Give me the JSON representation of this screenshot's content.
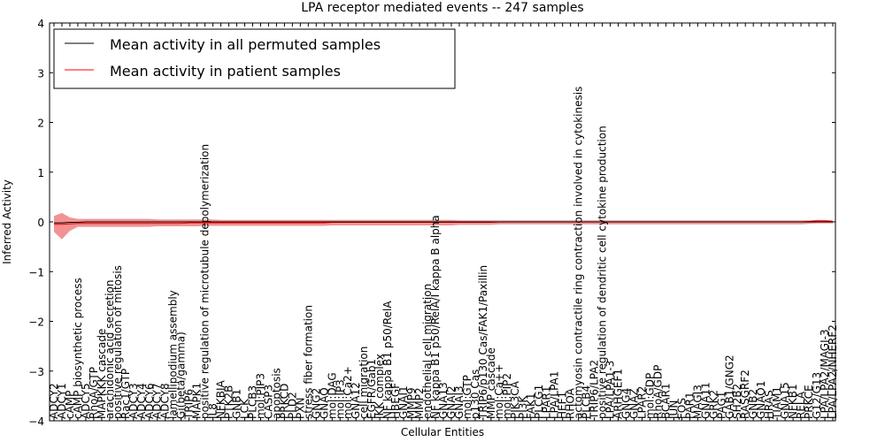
{
  "chart_data": {
    "type": "line",
    "title": "LPA receptor mediated events -- 247 samples",
    "xlabel": "Cellular Entities",
    "ylabel": "Inferred Activity",
    "ylim": [
      -4,
      4
    ],
    "yticks": [
      -4,
      -3,
      -2,
      -1,
      0,
      1,
      2,
      3,
      4
    ],
    "grid": false,
    "legend_position": "top-left",
    "colors": {
      "permuted": "#000000",
      "patient": "#ff0000",
      "band": "#f08080"
    },
    "categories": [
      "ADCY2",
      "ADCY1",
      "cAMP",
      "cAMP biosynthetic process",
      "ADCY5",
      "RhoA/GTP",
      "MAPKKK cascade",
      "arachidonic acid secretion",
      "positive regulation of mitosis",
      "Rac1/GTP",
      "ADCY3",
      "ADCY4",
      "ADCY6",
      "ADCY7",
      "ADCY8",
      "lamellipodium assembly",
      "Gi(beta/gamma)",
      "TRIP6",
      "MAPK1",
      "positive regulation of microtubule depolymerization",
      "IL8",
      "NFKBIA",
      "PTK2B",
      "GNB1",
      "LCK",
      "PLCB3",
      "mol:PIP3",
      "CASP3",
      "apoptosis",
      "PRKCD",
      "PLD2",
      "PXN",
      "stress fiber formation",
      "GNG2",
      "GNAQ",
      "mol:DAG",
      "mol:IP3",
      "mol:Ca2+",
      "GNA12",
      "cell migration",
      "EGFR/Gab1",
      "IKK complex",
      "NF kappa B1 p50/RelA",
      "HBEGF",
      "GNAI1",
      "MMP9",
      "MMP2",
      "endothelial cell migration",
      "NF kappa B1 p50/RelA/I kappa B alpha",
      "GNA13",
      "GNAI2",
      "GNAI3",
      "mol:GTP",
      "p130 Cas",
      "TRIP6/p130 Cas/FAK1/Paxillin",
      "MMP cascade",
      "mol:Ca++",
      "mol:PIP2",
      "PIK3CA",
      "PI3K",
      "FAK1",
      "PLCG1",
      "LPAR1",
      "LPA/LPA1",
      "HEF1",
      "RHOA",
      "actomyosin contractile ring contraction involved in cytokinesis",
      "PLCB4",
      "TRIP6/LPA2",
      "positive regulation of dendritic cell cytokine production",
      "LPA/LPA1-3",
      "ARHGEF1",
      "GNG4",
      "GNAZ",
      "LPAR2",
      "mol:GDP",
      "RhoA/GDP",
      "BCAR1",
      "JUN",
      "FOS",
      "PAR1",
      "MAGI3",
      "GNA11",
      "GRK2",
      "PAG1",
      "GAB1/GNG2",
      "SH2B2",
      "RASGRF2",
      "GNB2",
      "GNAO1",
      "HRAS",
      "TIAM1",
      "GNA15",
      "NFKB1",
      "RELA",
      "PRKCE",
      "G12/G13",
      "LPA/LPA2/MAGI-3",
      "LPA/LPA2/NHERF2"
    ],
    "series": [
      {
        "name": "Mean activity in all permuted samples",
        "values": [
          -0.02,
          -0.02,
          -0.01,
          -0.01,
          0.0,
          0.0,
          0.0,
          0.0,
          0.0,
          0.0,
          0.0,
          0.0,
          0.0,
          0.0,
          0.0,
          0.0,
          0.0,
          0.0,
          0.0,
          0.0,
          0.0,
          0.0,
          0.0,
          0.0,
          0.0,
          0.0,
          0.0,
          0.0,
          0.0,
          0.0,
          0.0,
          0.0,
          0.0,
          0.0,
          0.0,
          0.0,
          0.0,
          0.0,
          0.0,
          0.0,
          0.0,
          0.0,
          0.0,
          0.0,
          0.0,
          0.0,
          0.0,
          0.0,
          0.0,
          0.0,
          0.0,
          0.0,
          0.0,
          0.0,
          0.0,
          0.0,
          0.0,
          0.0,
          0.0,
          0.0,
          0.0,
          0.0,
          0.0,
          0.0,
          0.0,
          0.0,
          0.0,
          0.0,
          0.0,
          0.0,
          0.0,
          0.0,
          0.0,
          0.0,
          0.0,
          0.0,
          0.0,
          0.0,
          0.0,
          0.0,
          0.0,
          0.0,
          0.0,
          0.0,
          0.0,
          0.0,
          0.0,
          0.0,
          0.0,
          0.0,
          0.0,
          0.0,
          0.0,
          0.0,
          0.0,
          0.0,
          0.0,
          0.0,
          0.0
        ]
      },
      {
        "name": "Mean activity in patient samples",
        "values": [
          -0.05,
          -0.05,
          -0.04,
          -0.03,
          -0.03,
          -0.03,
          -0.03,
          -0.03,
          -0.03,
          -0.03,
          -0.03,
          -0.03,
          -0.03,
          -0.03,
          -0.03,
          -0.03,
          -0.03,
          -0.02,
          -0.02,
          -0.02,
          -0.02,
          -0.02,
          -0.02,
          -0.02,
          -0.02,
          -0.02,
          -0.02,
          -0.02,
          -0.02,
          -0.02,
          -0.02,
          -0.02,
          -0.02,
          -0.02,
          -0.02,
          -0.01,
          -0.01,
          -0.01,
          -0.01,
          -0.01,
          -0.01,
          -0.01,
          -0.01,
          -0.01,
          -0.01,
          -0.01,
          -0.01,
          -0.01,
          -0.01,
          -0.01,
          -0.01,
          -0.01,
          -0.01,
          -0.01,
          -0.01,
          -0.01,
          0.0,
          0.0,
          0.0,
          0.0,
          0.0,
          0.0,
          0.0,
          0.0,
          0.0,
          0.0,
          0.0,
          0.0,
          0.0,
          0.0,
          0.0,
          0.0,
          0.0,
          0.0,
          0.0,
          0.0,
          0.0,
          0.0,
          0.0,
          0.0,
          0.0,
          0.0,
          0.0,
          0.0,
          0.0,
          0.0,
          0.0,
          0.0,
          0.0,
          0.0,
          0.0,
          0.0,
          0.0,
          0.0,
          0.0,
          0.01,
          0.02,
          0.02,
          0.01
        ]
      },
      {
        "name": "",
        "values": [
          0.12,
          0.18,
          0.09,
          0.06,
          0.06,
          0.06,
          0.06,
          0.06,
          0.06,
          0.06,
          0.06,
          0.06,
          0.06,
          0.05,
          0.05,
          0.05,
          0.05,
          0.05,
          0.05,
          0.05,
          0.05,
          0.04,
          0.04,
          0.04,
          0.04,
          0.04,
          0.04,
          0.04,
          0.04,
          0.04,
          0.04,
          0.04,
          0.04,
          0.04,
          0.04,
          0.04,
          0.04,
          0.04,
          0.04,
          0.04,
          0.04,
          0.04,
          0.04,
          0.04,
          0.04,
          0.04,
          0.04,
          0.04,
          0.04,
          0.04,
          0.04,
          0.03,
          0.03,
          0.03,
          0.03,
          0.03,
          0.03,
          0.03,
          0.03,
          0.03,
          0.03,
          0.03,
          0.03,
          0.03,
          0.03,
          0.03,
          0.03,
          0.03,
          0.03,
          0.03,
          0.03,
          0.03,
          0.03,
          0.03,
          0.03,
          0.03,
          0.03,
          0.03,
          0.03,
          0.03,
          0.03,
          0.03,
          0.03,
          0.03,
          0.03,
          0.03,
          0.03,
          0.03,
          0.03,
          0.03,
          0.03,
          0.03,
          0.03,
          0.03,
          0.03,
          0.03,
          0.04,
          0.04,
          0.03
        ]
      },
      {
        "name": "",
        "values": [
          -0.2,
          -0.35,
          -0.18,
          -0.1,
          -0.1,
          -0.1,
          -0.1,
          -0.1,
          -0.1,
          -0.1,
          -0.1,
          -0.1,
          -0.1,
          -0.09,
          -0.09,
          -0.09,
          -0.09,
          -0.09,
          -0.09,
          -0.08,
          -0.08,
          -0.08,
          -0.08,
          -0.08,
          -0.08,
          -0.08,
          -0.08,
          -0.08,
          -0.08,
          -0.08,
          -0.08,
          -0.08,
          -0.08,
          -0.08,
          -0.08,
          -0.07,
          -0.07,
          -0.07,
          -0.07,
          -0.07,
          -0.07,
          -0.07,
          -0.07,
          -0.07,
          -0.07,
          -0.07,
          -0.07,
          -0.07,
          -0.07,
          -0.07,
          -0.07,
          -0.06,
          -0.06,
          -0.06,
          -0.06,
          -0.06,
          -0.05,
          -0.05,
          -0.05,
          -0.05,
          -0.05,
          -0.05,
          -0.05,
          -0.05,
          -0.05,
          -0.05,
          -0.05,
          -0.05,
          -0.05,
          -0.05,
          -0.05,
          -0.05,
          -0.05,
          -0.05,
          -0.05,
          -0.05,
          -0.05,
          -0.05,
          -0.05,
          -0.05,
          -0.05,
          -0.05,
          -0.05,
          -0.05,
          -0.05,
          -0.05,
          -0.05,
          -0.05,
          -0.05,
          -0.05,
          -0.05,
          -0.05,
          -0.05,
          -0.05,
          -0.05,
          -0.04,
          -0.03,
          -0.03,
          -0.03
        ]
      }
    ]
  }
}
